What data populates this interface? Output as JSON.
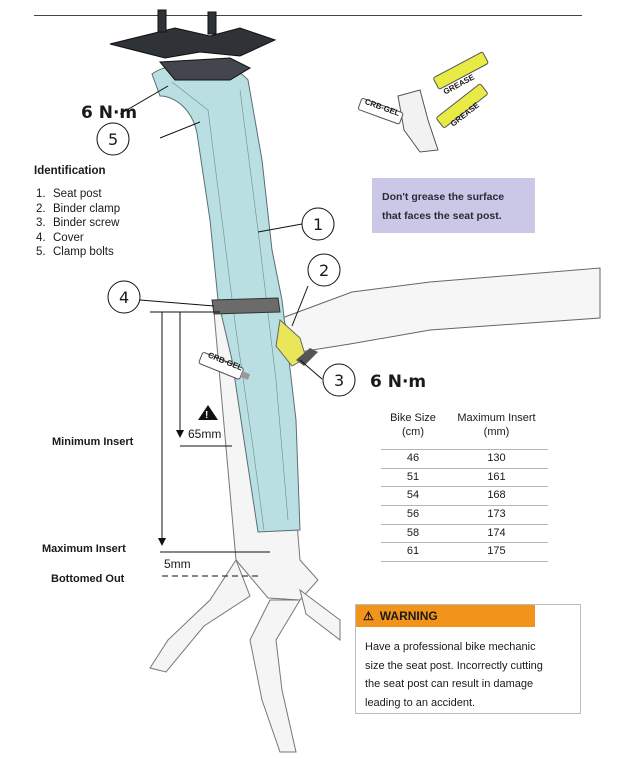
{
  "torque_top": "6 N·m",
  "torque_binder": "6 N·m",
  "identification": {
    "title": "Identification",
    "items": [
      {
        "num": "1.",
        "label": "Seat post"
      },
      {
        "num": "2.",
        "label": "Binder clamp"
      },
      {
        "num": "3.",
        "label": "Binder screw"
      },
      {
        "num": "4.",
        "label": "Cover"
      },
      {
        "num": "5.",
        "label": "Clamp bolts"
      }
    ]
  },
  "note": {
    "line1": "Don't grease the surface",
    "line2": "that faces the seat post."
  },
  "callouts": [
    "1",
    "2",
    "3",
    "4",
    "5"
  ],
  "labels": {
    "minimum_insert": "Minimum Insert",
    "maximum_insert": "Maximum Insert",
    "bottomed_out": "Bottomed Out",
    "dim_65": "65mm",
    "dim_5": "5mm"
  },
  "tube_labels": {
    "crb_gel": "CRB-GEL",
    "grease": "GREASE"
  },
  "insert_table": {
    "col1": [
      "Bike Size",
      "(cm)"
    ],
    "col2": [
      "Maximum Insert",
      "(mm)"
    ],
    "rows": [
      [
        "46",
        "130"
      ],
      [
        "51",
        "161"
      ],
      [
        "54",
        "168"
      ],
      [
        "56",
        "173"
      ],
      [
        "58",
        "174"
      ],
      [
        "61",
        "175"
      ]
    ]
  },
  "warning": {
    "title": "WARNING",
    "lines": [
      "Have a professional bike mechanic",
      "size the seat post. Incorrectly cutting",
      "the seat post can result in damage",
      "leading to an accident."
    ]
  },
  "colors": {
    "seatpost": "#b9dfe2",
    "clamp": "#e9e65a",
    "note_bg": "#cbc7e6",
    "warning": "#f2941c"
  }
}
